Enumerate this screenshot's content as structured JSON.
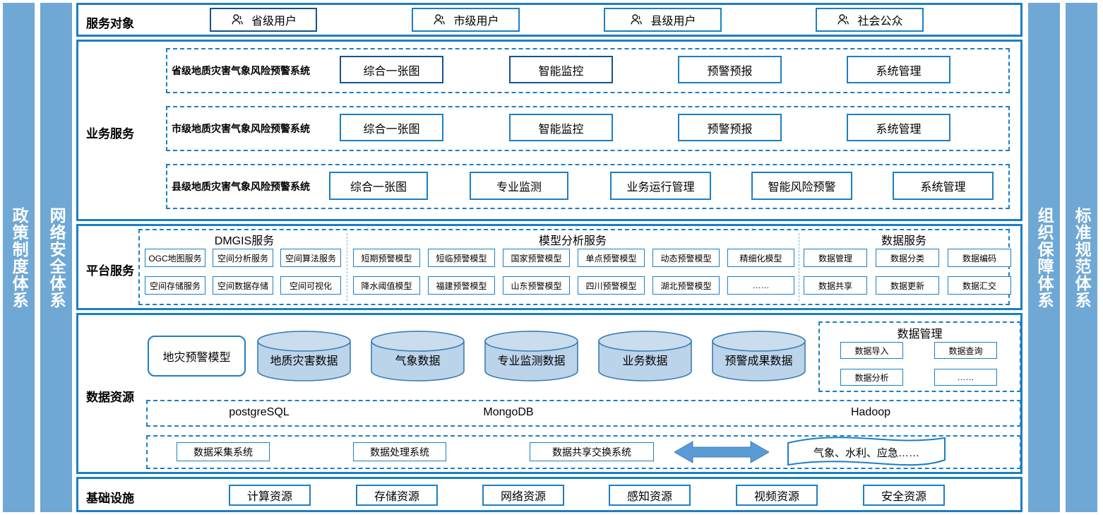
{
  "left_pillars": [
    {
      "name": "policy-system-pillar",
      "label": "政策制度体系"
    },
    {
      "name": "network-security-pillar",
      "label": "网络安全体系"
    }
  ],
  "right_pillars": [
    {
      "name": "organization-guarantee-pillar",
      "label": "组织保障体系"
    },
    {
      "name": "standard-specification-pillar",
      "label": "标准规范体系"
    }
  ],
  "service_object": {
    "label": "服务对象",
    "users": [
      {
        "name": "province-user",
        "label": "省级用户"
      },
      {
        "name": "city-user",
        "label": "市级用户"
      },
      {
        "name": "county-user",
        "label": "县级用户"
      },
      {
        "name": "public-user",
        "label": "社会公众"
      }
    ]
  },
  "business_service": {
    "label": "业务服务",
    "rows": [
      {
        "name": "province-system",
        "system": "省级地质灾害气象风险预警系统",
        "items": [
          "综合一张图",
          "智能监控",
          "预警预报",
          "系统管理"
        ]
      },
      {
        "name": "city-system",
        "system": "市级地质灾害气象风险预警系统",
        "items": [
          "综合一张图",
          "智能监控",
          "预警预报",
          "系统管理"
        ]
      },
      {
        "name": "county-system",
        "system": "县级地质灾害气象风险预警系统",
        "items": [
          "综合一张图",
          "专业监测",
          "业务运行管理",
          "智能风险预警",
          "系统管理"
        ]
      }
    ]
  },
  "platform_service": {
    "label": "平台服务",
    "groups": [
      {
        "name": "dmgis-service",
        "title": "DMGIS服务",
        "row1": [
          "OGC地图服务",
          "空间分析服务",
          "空间算法服务"
        ],
        "row2": [
          "空间存储服务",
          "空间数据存储",
          "空间可视化"
        ]
      },
      {
        "name": "model-analysis-service",
        "title": "模型分析服务",
        "row1": [
          "短期预警模型",
          "短临预警模型",
          "国家预警模型",
          "单点预警模型",
          "动态预警模型",
          "精细化模型"
        ],
        "row2": [
          "降水阈值模型",
          "福建预警模型",
          "山东预警模型",
          "四川预警模型",
          "湖北预警模型",
          "……"
        ]
      },
      {
        "name": "data-service",
        "title": "数据服务",
        "row1": [
          "数据管理",
          "数据分类",
          "数据编码"
        ],
        "row2": [
          "数据共享",
          "数据更新",
          "数据汇交"
        ]
      }
    ]
  },
  "data_resource": {
    "label": "数据资源",
    "model_box": "地灾预警模型",
    "cylinders": [
      "地质灾害数据",
      "气象数据",
      "专业监测数据",
      "业务数据",
      "预警成果数据"
    ],
    "data_management": {
      "title": "数据管理",
      "items": [
        "数据导入",
        "数据查询",
        "数据分析",
        "……"
      ]
    },
    "databases": [
      "postgreSQL",
      "MongoDB",
      "Hadoop"
    ],
    "exchange": {
      "items": [
        "数据采集系统",
        "数据处理系统",
        "数据共享交换系统"
      ],
      "arrow": "double-arrow",
      "external": "气象、水利、应急……"
    }
  },
  "infrastructure": {
    "label": "基础设施",
    "items": [
      "计算资源",
      "存储资源",
      "网络资源",
      "感知资源",
      "视频资源",
      "安全资源"
    ]
  },
  "colors": {
    "pillar_fill": "#6FA8D4",
    "border_blue": "#1C7FC4",
    "border_dark": "#15538C",
    "cylinder_fill": "#BBD4EA",
    "arrow_fill": "#5B9BD5"
  }
}
